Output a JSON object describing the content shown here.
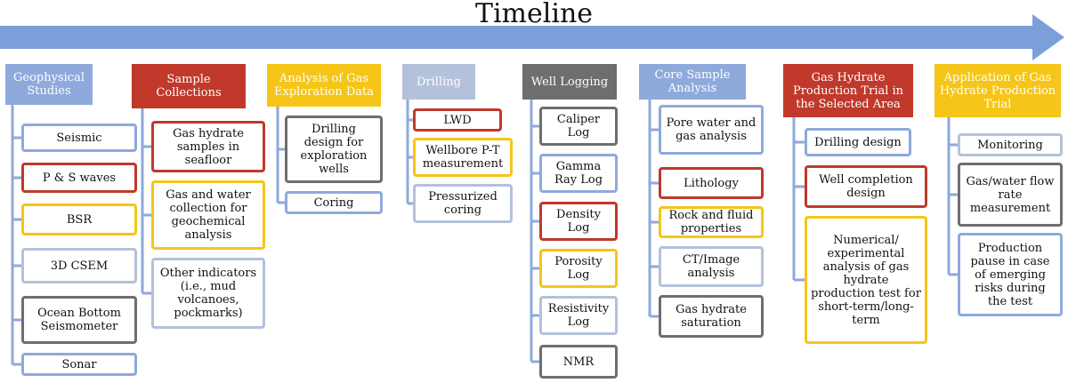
{
  "title": "Timeline",
  "colors": {
    "arrow": "#7B9FDB",
    "connector": "#8EA9DB",
    "blue": "#8EA9DB",
    "red": "#C0392B",
    "yellow": "#F5C518",
    "gray": "#6E6E6E",
    "light_gray": "#B4C1DB"
  },
  "columns": [
    {
      "header": "Geophysical Studies",
      "header_color": "blue",
      "items": [
        {
          "label": "Seismic",
          "border": "blue"
        },
        {
          "label": "P & S waves",
          "border": "red"
        },
        {
          "label": "BSR",
          "border": "yellow"
        },
        {
          "label": "3D CSEM",
          "border": "light_gray"
        },
        {
          "label": "Ocean Bottom Seismometer",
          "border": "gray"
        },
        {
          "label": "Sonar",
          "border": "blue"
        }
      ]
    },
    {
      "header": "Sample Collections",
      "header_color": "red",
      "items": [
        {
          "label": "Gas hydrate samples in seafloor",
          "border": "red"
        },
        {
          "label": "Gas and water collection for geochemical analysis",
          "border": "yellow"
        },
        {
          "label": "Other indicators (i.e., mud volcanoes, pockmarks)",
          "border": "light_gray"
        }
      ]
    },
    {
      "header": "Analysis of Gas Exploration Data",
      "header_color": "yellow",
      "items": [
        {
          "label": "Drilling design for exploration wells",
          "border": "gray"
        },
        {
          "label": "Coring",
          "border": "blue"
        }
      ]
    },
    {
      "header": "Drilling",
      "header_color": "light_gray",
      "items": [
        {
          "label": "LWD",
          "border": "red"
        },
        {
          "label": "Wellbore P-T measurement",
          "border": "yellow"
        },
        {
          "label": "Pressurized coring",
          "border": "light_gray"
        }
      ]
    },
    {
      "header": "Well Logging",
      "header_color": "gray",
      "items": [
        {
          "label": "Caliper Log",
          "border": "gray"
        },
        {
          "label": "Gamma Ray Log",
          "border": "blue"
        },
        {
          "label": "Density Log",
          "border": "red"
        },
        {
          "label": "Porosity Log",
          "border": "yellow"
        },
        {
          "label": "Resistivity Log",
          "border": "light_gray"
        },
        {
          "label": "NMR",
          "border": "gray"
        }
      ]
    },
    {
      "header": "Core Sample Analysis",
      "header_color": "blue",
      "items": [
        {
          "label": "Pore water and gas analysis",
          "border": "blue"
        },
        {
          "label": "Lithology",
          "border": "red"
        },
        {
          "label": "Rock and fluid properties",
          "border": "yellow"
        },
        {
          "label": "CT/Image analysis",
          "border": "light_gray"
        },
        {
          "label": "Gas hydrate saturation",
          "border": "gray"
        }
      ]
    },
    {
      "header": "Gas Hydrate Production Trial in the Selected Area",
      "header_color": "red",
      "items": [
        {
          "label": "Drilling design",
          "border": "blue"
        },
        {
          "label": "Well completion design",
          "border": "red"
        },
        {
          "label": "Numerical/ experimental analysis of gas hydrate production test for short-term/long-term",
          "border": "yellow"
        }
      ]
    },
    {
      "header": "Application of Gas Hydrate Production Trial",
      "header_color": "yellow",
      "items": [
        {
          "label": "Monitoring",
          "border": "light_gray"
        },
        {
          "label": "Gas/water flow rate measurement",
          "border": "gray"
        },
        {
          "label": "Production pause in case of emerging risks during the test",
          "border": "blue"
        }
      ]
    }
  ]
}
